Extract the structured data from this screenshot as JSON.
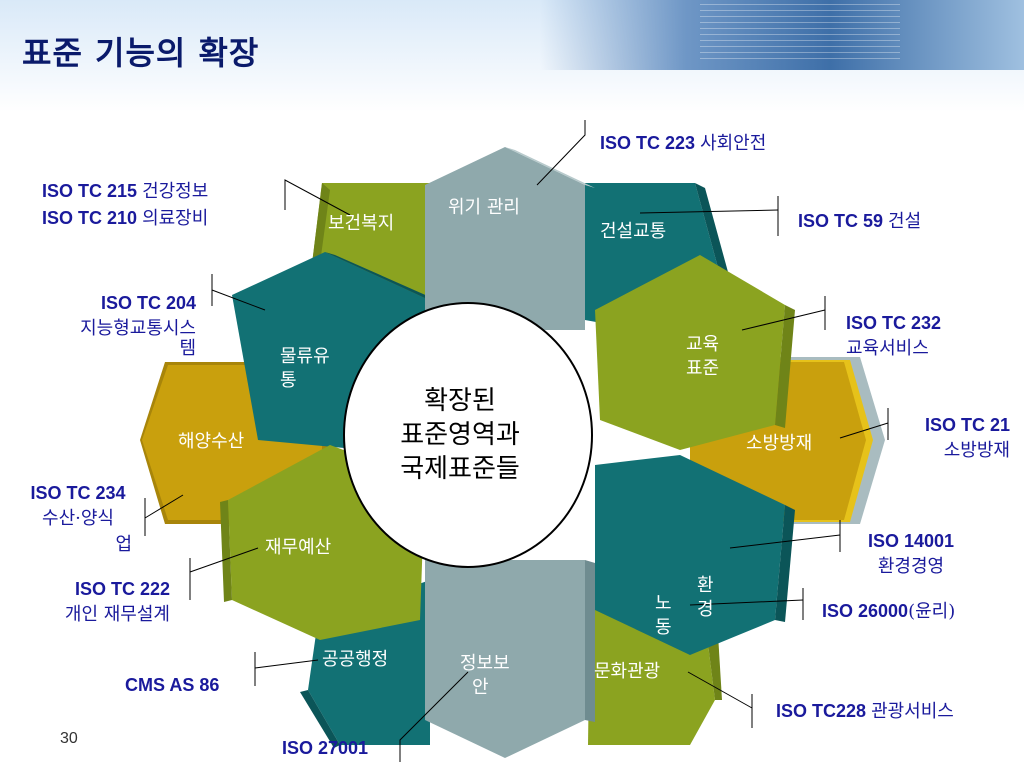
{
  "title": "표준 기능의 확장",
  "center": {
    "line1": "확장된",
    "line2": "표준영역과",
    "line3": "국제표준들"
  },
  "cells": {
    "crisis": "위기 관리",
    "health": "보건복지",
    "construction": "건설교통",
    "logistics_1": "물류유",
    "logistics_2": "통",
    "education_1": "교육",
    "education_2": "표준",
    "fishery": "해양수산",
    "fire": "소방방재",
    "finance": "재무예산",
    "env_1": "환",
    "env_2": "경",
    "labor_1": "노",
    "labor_2": "동",
    "public_admin": "공공행정",
    "infosec_1": "정보보",
    "infosec_2": "안",
    "culture": "문화관광"
  },
  "labels": {
    "tc223_code": "ISO TC 223",
    "tc223_name": "사회안전",
    "tc215_code": "ISO TC 215",
    "tc215_name": "건강정보",
    "tc210_code": "ISO TC 210",
    "tc210_name": "의료장비",
    "tc59_code": "ISO TC 59",
    "tc59_name": "건설",
    "tc204_code": "ISO TC 204",
    "tc204_name_1": "지능형교통시스",
    "tc204_name_2": "템",
    "tc232_code": "ISO TC 232",
    "tc232_name": "교육서비스",
    "tc21_code": "ISO TC 21",
    "tc21_name": "소방방재",
    "tc234_code": "ISO TC 234",
    "tc234_name_1": "수산·양식",
    "tc234_name_2": "업",
    "iso14001_code": "ISO 14001",
    "iso14001_name": "환경경영",
    "tc222_code": "ISO TC 222",
    "tc222_name": "개인 재무설계",
    "iso26000_code": "ISO 26000",
    "iso26000_name": "(윤리)",
    "cms_code": "CMS AS 86",
    "tc228_code": "ISO TC228",
    "tc228_name": "관광서비스",
    "iso27001_code": "ISO 27001"
  },
  "page_number": "30",
  "colors": {
    "olive": "#8ba320",
    "teal": "#127174",
    "gold": "#c9a00d",
    "gray": "#8fa9ac",
    "title": "#0a1a6b",
    "label": "#1a1a9c"
  }
}
